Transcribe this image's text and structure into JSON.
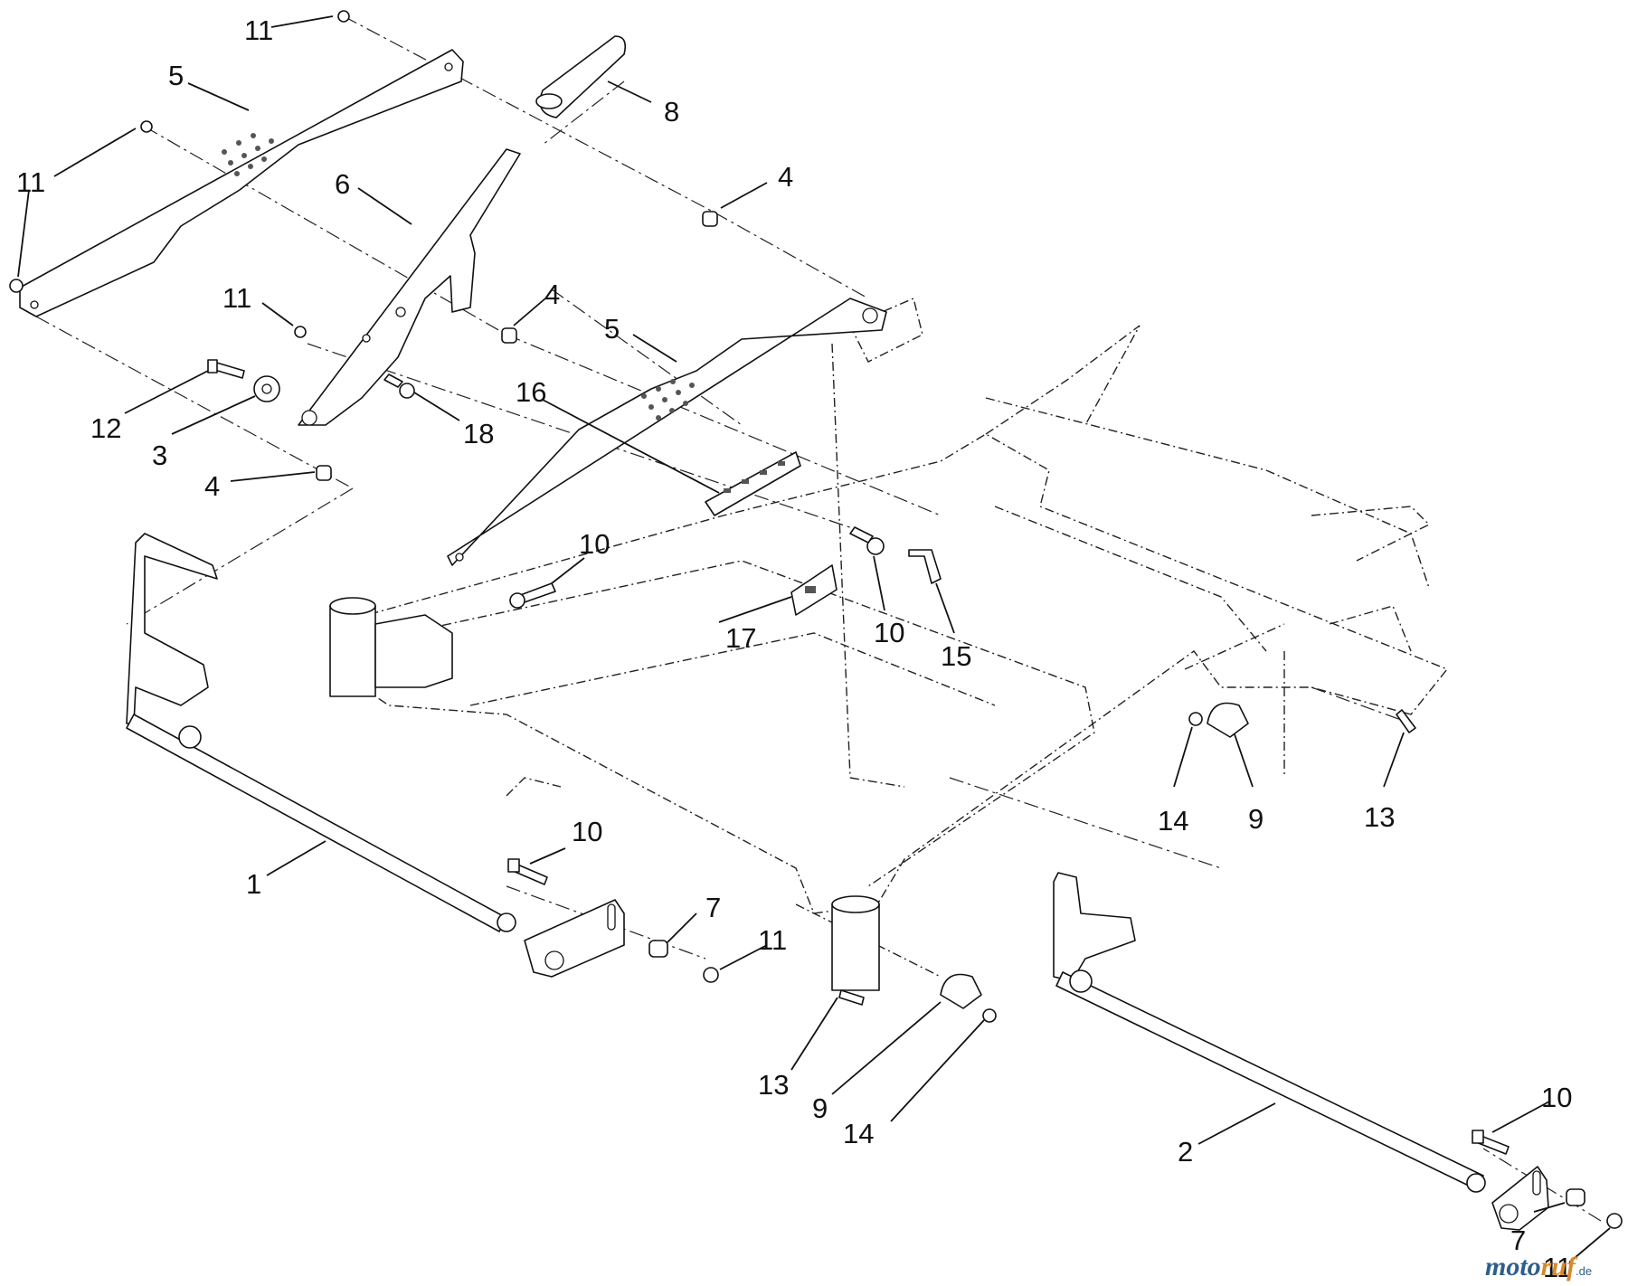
{
  "diagram": {
    "callouts": [
      {
        "id": "c01",
        "text": "11"
      },
      {
        "id": "c02",
        "text": "5"
      },
      {
        "id": "c03",
        "text": "11"
      },
      {
        "id": "c04",
        "text": "6"
      },
      {
        "id": "c05",
        "text": "8"
      },
      {
        "id": "c06",
        "text": "4"
      },
      {
        "id": "c07",
        "text": "11"
      },
      {
        "id": "c08",
        "text": "4"
      },
      {
        "id": "c09",
        "text": "5"
      },
      {
        "id": "c10",
        "text": "12"
      },
      {
        "id": "c11",
        "text": "3"
      },
      {
        "id": "c12",
        "text": "18"
      },
      {
        "id": "c13",
        "text": "16"
      },
      {
        "id": "c14",
        "text": "4"
      },
      {
        "id": "c15",
        "text": "10"
      },
      {
        "id": "c16",
        "text": "17"
      },
      {
        "id": "c17",
        "text": "10"
      },
      {
        "id": "c18",
        "text": "15"
      },
      {
        "id": "c19",
        "text": "14"
      },
      {
        "id": "c20",
        "text": "9"
      },
      {
        "id": "c21",
        "text": "13"
      },
      {
        "id": "c22",
        "text": "1"
      },
      {
        "id": "c23",
        "text": "10"
      },
      {
        "id": "c24",
        "text": "7"
      },
      {
        "id": "c25",
        "text": "11"
      },
      {
        "id": "c26",
        "text": "13"
      },
      {
        "id": "c27",
        "text": "9"
      },
      {
        "id": "c28",
        "text": "14"
      },
      {
        "id": "c29",
        "text": "10"
      },
      {
        "id": "c30",
        "text": "2"
      },
      {
        "id": "c31",
        "text": "7"
      },
      {
        "id": "c32",
        "text": "11"
      }
    ]
  },
  "watermark": {
    "part1": "moto",
    "part2": "ruf",
    "suffix": ".de"
  }
}
